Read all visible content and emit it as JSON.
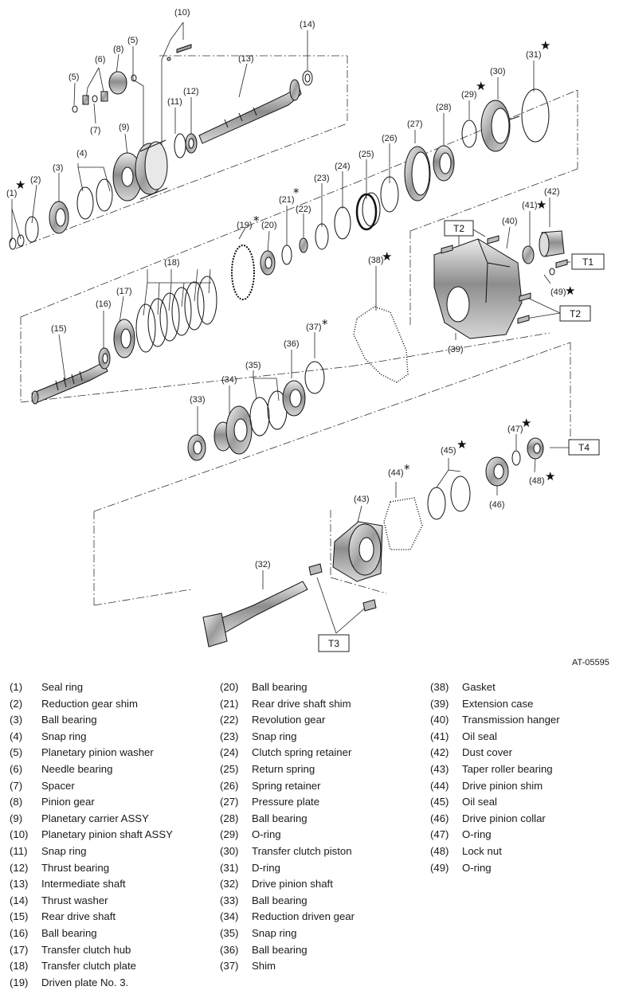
{
  "figure_code": "AT-05595",
  "star_symbol": "★",
  "asterisk_symbol": "*",
  "diagram_tags": [
    "T1",
    "T2",
    "T2",
    "T3",
    "T4"
  ],
  "callout_labels": {
    "c1": "(1)",
    "c2": "(2)",
    "c3": "(3)",
    "c4": "(4)",
    "c5a": "(5)",
    "c5b": "(5)",
    "c6": "(6)",
    "c7": "(7)",
    "c8": "(8)",
    "c9": "(9)",
    "c10": "(10)",
    "c11": "(11)",
    "c12": "(12)",
    "c13": "(13)",
    "c14": "(14)",
    "c15": "(15)",
    "c16": "(16)",
    "c17": "(17)",
    "c18": "(18)",
    "c19": "(19)",
    "c20": "(20)",
    "c21": "(21)",
    "c22": "(22)",
    "c23": "(23)",
    "c24": "(24)",
    "c25": "(25)",
    "c26": "(26)",
    "c27": "(27)",
    "c28": "(28)",
    "c29": "(29)",
    "c30": "(30)",
    "c31": "(31)",
    "c32": "(32)",
    "c33": "(33)",
    "c34": "(34)",
    "c35": "(35)",
    "c36": "(36)",
    "c37": "(37)",
    "c38": "(38)",
    "c39": "(39)",
    "c40": "(40)",
    "c41": "(41)",
    "c42": "(42)",
    "c43": "(43)",
    "c44": "(44)",
    "c45": "(45)",
    "c46": "(46)",
    "c47": "(47)",
    "c48": "(48)",
    "c49": "(49)"
  },
  "legend": {
    "col1": [
      {
        "num": "(1)",
        "name": "Seal ring"
      },
      {
        "num": "(2)",
        "name": "Reduction gear shim"
      },
      {
        "num": "(3)",
        "name": "Ball bearing"
      },
      {
        "num": "(4)",
        "name": "Snap ring"
      },
      {
        "num": "(5)",
        "name": "Planetary pinion washer"
      },
      {
        "num": "(6)",
        "name": "Needle bearing"
      },
      {
        "num": "(7)",
        "name": "Spacer"
      },
      {
        "num": "(8)",
        "name": "Pinion gear"
      },
      {
        "num": "(9)",
        "name": "Planetary carrier ASSY"
      },
      {
        "num": "(10)",
        "name": "Planetary pinion shaft ASSY"
      },
      {
        "num": "(11)",
        "name": "Snap ring"
      },
      {
        "num": "(12)",
        "name": "Thrust bearing"
      },
      {
        "num": "(13)",
        "name": "Intermediate shaft"
      },
      {
        "num": "(14)",
        "name": "Thrust washer"
      },
      {
        "num": "(15)",
        "name": "Rear drive shaft"
      },
      {
        "num": "(16)",
        "name": "Ball bearing"
      },
      {
        "num": "(17)",
        "name": "Transfer clutch hub"
      },
      {
        "num": "(18)",
        "name": "Transfer clutch plate"
      },
      {
        "num": "(19)",
        "name": "Driven plate No. 3."
      }
    ],
    "col2": [
      {
        "num": "(20)",
        "name": "Ball bearing"
      },
      {
        "num": "(21)",
        "name": "Rear drive shaft shim"
      },
      {
        "num": "(22)",
        "name": "Revolution gear"
      },
      {
        "num": "(23)",
        "name": "Snap ring"
      },
      {
        "num": "(24)",
        "name": "Clutch spring retainer"
      },
      {
        "num": "(25)",
        "name": "Return spring"
      },
      {
        "num": "(26)",
        "name": "Spring retainer"
      },
      {
        "num": "(27)",
        "name": "Pressure plate"
      },
      {
        "num": "(28)",
        "name": "Ball bearing"
      },
      {
        "num": "(29)",
        "name": "O-ring"
      },
      {
        "num": "(30)",
        "name": "Transfer clutch piston"
      },
      {
        "num": "(31)",
        "name": "D-ring"
      },
      {
        "num": "(32)",
        "name": "Drive pinion shaft"
      },
      {
        "num": "(33)",
        "name": "Ball bearing"
      },
      {
        "num": "(34)",
        "name": "Reduction driven gear"
      },
      {
        "num": "(35)",
        "name": "Snap ring"
      },
      {
        "num": "(36)",
        "name": "Ball bearing"
      },
      {
        "num": "(37)",
        "name": "Shim"
      }
    ],
    "col3": [
      {
        "num": "(38)",
        "name": "Gasket"
      },
      {
        "num": "(39)",
        "name": "Extension case"
      },
      {
        "num": "(40)",
        "name": "Transmission hanger"
      },
      {
        "num": "(41)",
        "name": "Oil seal"
      },
      {
        "num": "(42)",
        "name": "Dust cover"
      },
      {
        "num": "(43)",
        "name": "Taper roller bearing"
      },
      {
        "num": "(44)",
        "name": "Drive pinion shim"
      },
      {
        "num": "(45)",
        "name": "Oil seal"
      },
      {
        "num": "(46)",
        "name": "Drive pinion collar"
      },
      {
        "num": "(47)",
        "name": "O-ring"
      },
      {
        "num": "(48)",
        "name": "Lock nut"
      },
      {
        "num": "(49)",
        "name": "O-ring"
      }
    ]
  }
}
